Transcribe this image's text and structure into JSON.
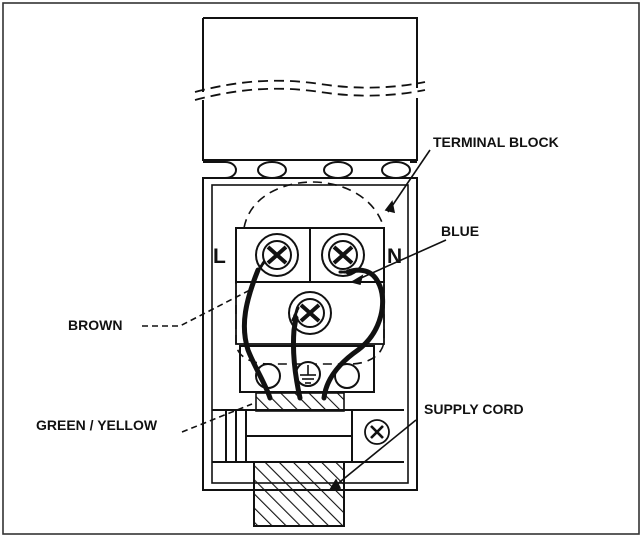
{
  "labels": {
    "terminal_block": "TERMINAL BLOCK",
    "blue": "BLUE",
    "brown": "BROWN",
    "green_yellow": "GREEN / YELLOW",
    "supply_cord": "SUPPLY CORD",
    "live": "L",
    "neutral": "N"
  },
  "colors": {
    "ink": "#111111",
    "paper": "#ffffff"
  },
  "icons": {
    "earth": "earth-ground-symbol",
    "screw": "cross-head-screw"
  }
}
